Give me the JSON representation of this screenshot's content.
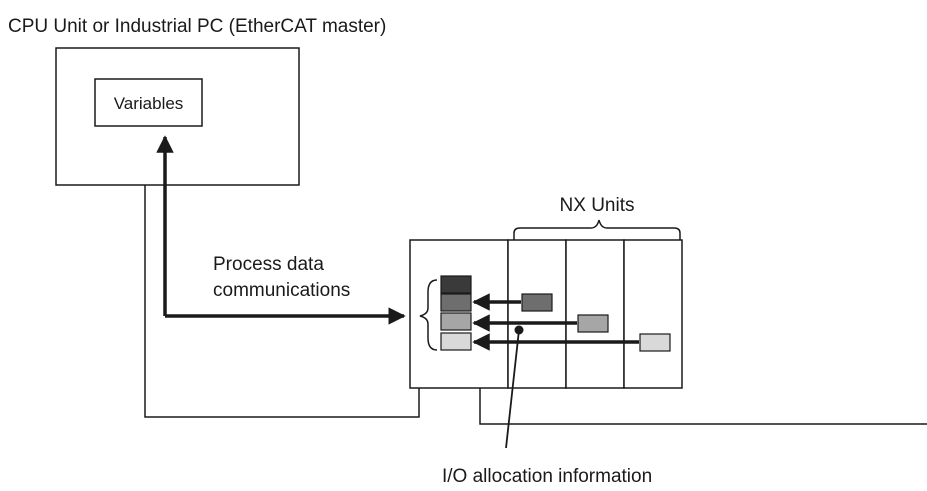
{
  "labels": {
    "master_title": "CPU Unit or Industrial PC (EtherCAT master)",
    "variables": "Variables",
    "nx_units": "NX Units",
    "process_data_line1": "Process data",
    "process_data_line2": "communications",
    "io_allocation": "I/O allocation information"
  },
  "colors": {
    "line": "#1a1a1a",
    "block_dark": "#3a3a3a",
    "block_mid_dark": "#6e6e6e",
    "block_mid": "#a6a6a6",
    "block_light": "#d9d9d9",
    "unit_block_dark": "#6e6e6e",
    "unit_block_mid": "#a6a6a6",
    "unit_block_light": "#d9d9d9"
  }
}
